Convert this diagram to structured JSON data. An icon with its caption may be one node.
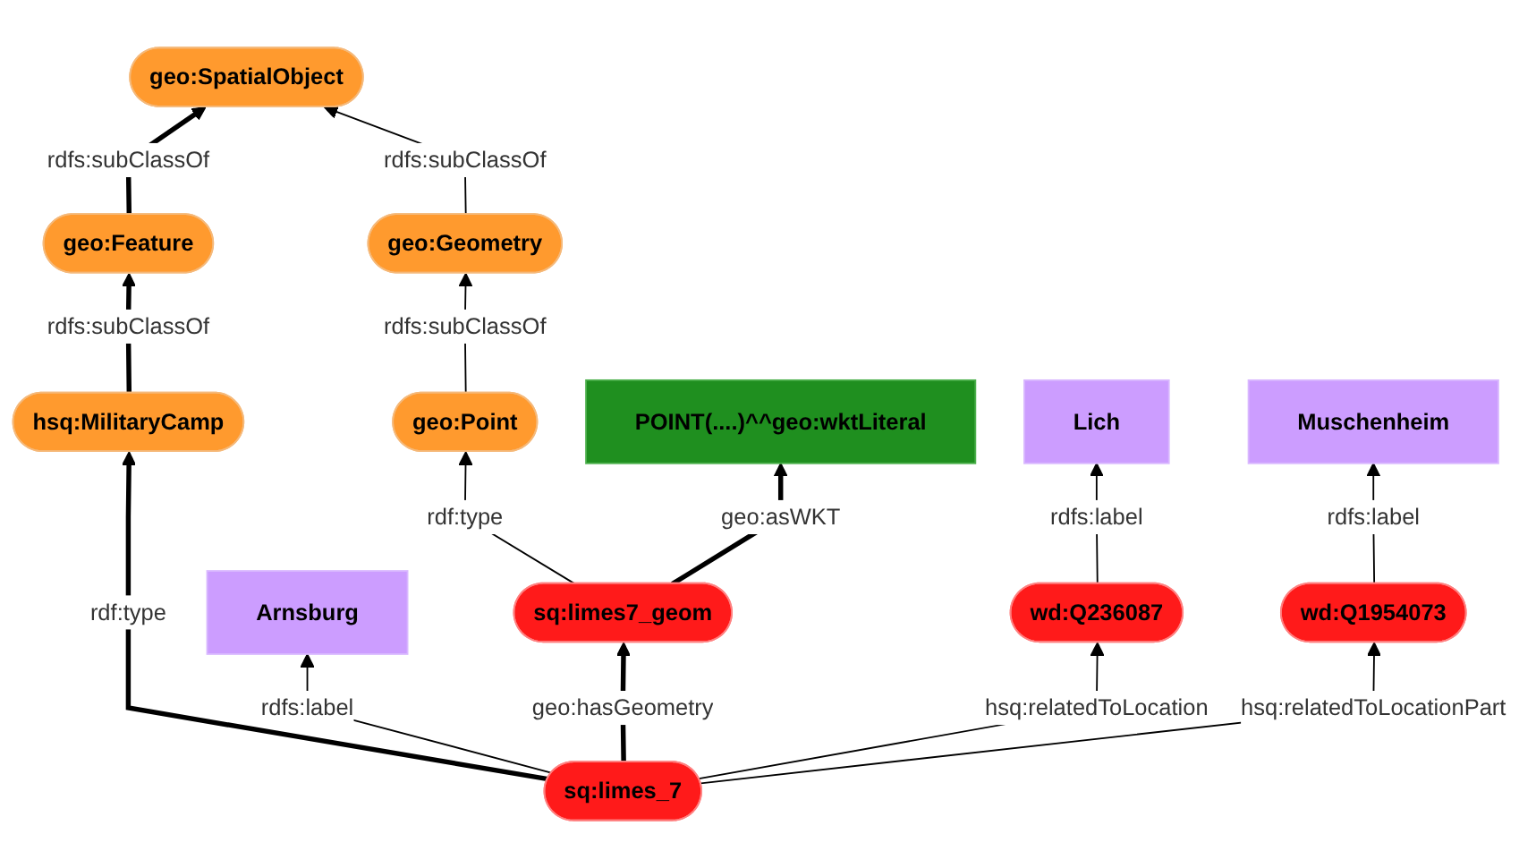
{
  "diagram": {
    "nodes": [
      {
        "text": [
          "geo:SpatialObject"
        ]
      },
      {
        "text": [
          "geo:Feature"
        ]
      },
      {
        "text": [
          "geo:Geometry"
        ]
      },
      {
        "text": [
          "hsq:MilitaryCamp"
        ]
      },
      {
        "text": [
          "geo:Point"
        ]
      },
      {
        "text": [
          "sq:limes_7"
        ]
      },
      {
        "text": [
          "sq:limes7_geom"
        ]
      },
      {
        "text": [
          "POINT(....)^^geo:wktLiteral"
        ]
      },
      {
        "text": [
          "Arnsburg"
        ]
      },
      {
        "text": [
          "wd:Q236087"
        ]
      },
      {
        "text": [
          "wd:Q1954073"
        ]
      },
      {
        "text": [
          "Lich"
        ]
      },
      {
        "text": [
          "Muschenheim"
        ]
      }
    ],
    "edges": [
      {
        "from": 1,
        "to": 0,
        "arrow": "to",
        "label": "rdfs:subClassOf",
        "style": "thick"
      },
      {
        "from": 2,
        "to": 0,
        "arrow": "to",
        "label": "rdfs:subClassOf"
      },
      {
        "from": 3,
        "to": 1,
        "arrow": "to",
        "label": "rdfs:subClassOf",
        "style": "thick"
      },
      {
        "from": 4,
        "to": 2,
        "arrow": "to",
        "label": "rdfs:subClassOf"
      },
      {
        "from": 5,
        "to": 3,
        "arrow": "to",
        "label": "rdf:type",
        "style": "thick"
      },
      {
        "from": 6,
        "to": 4,
        "arrow": "to",
        "label": "rdf:type"
      },
      {
        "from": 5,
        "to": 6,
        "arrow": "to",
        "label": "geo:hasGeometry",
        "style": "thick"
      },
      {
        "from": 6,
        "to": 7,
        "arrow": "to",
        "label": "geo:asWKT",
        "style": "thick"
      },
      {
        "from": 5,
        "to": 8,
        "arrow": "to",
        "label": "rdfs:label"
      },
      {
        "from": 5,
        "to": 9,
        "arrow": "to",
        "label": "hsq:relatedToLocation"
      },
      {
        "from": 5,
        "to": 10,
        "arrow": "to",
        "label": "hsq:relatedToLocationPart"
      },
      {
        "from": 9,
        "to": 11,
        "arrow": "to",
        "label": "rdfs:label"
      },
      {
        "from": 10,
        "to": 12,
        "arrow": "to",
        "label": "rdfs:label"
      }
    ]
  }
}
